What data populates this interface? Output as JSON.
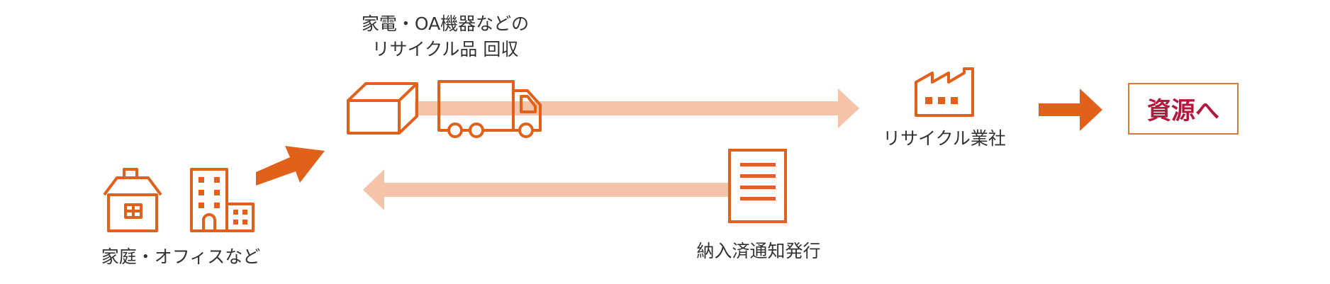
{
  "colors": {
    "accent": "#e2611a",
    "flow_arrow": "#f5c4a8",
    "result_text": "#b3183c",
    "result_border": "#d97a3a",
    "label_text": "#333333"
  },
  "labels": {
    "collection_line1": "家電・OA機器などの",
    "collection_line2": "リサイクル品 回収",
    "recycler": "リサイクル業社",
    "source": "家庭・オフィスなど",
    "notice": "納入済通知発行",
    "result": "資源へ"
  },
  "icons": {
    "house": "house-icon",
    "office_building": "office-building-icon",
    "box": "box-icon",
    "truck": "truck-icon",
    "factory": "factory-icon",
    "document": "document-icon"
  }
}
